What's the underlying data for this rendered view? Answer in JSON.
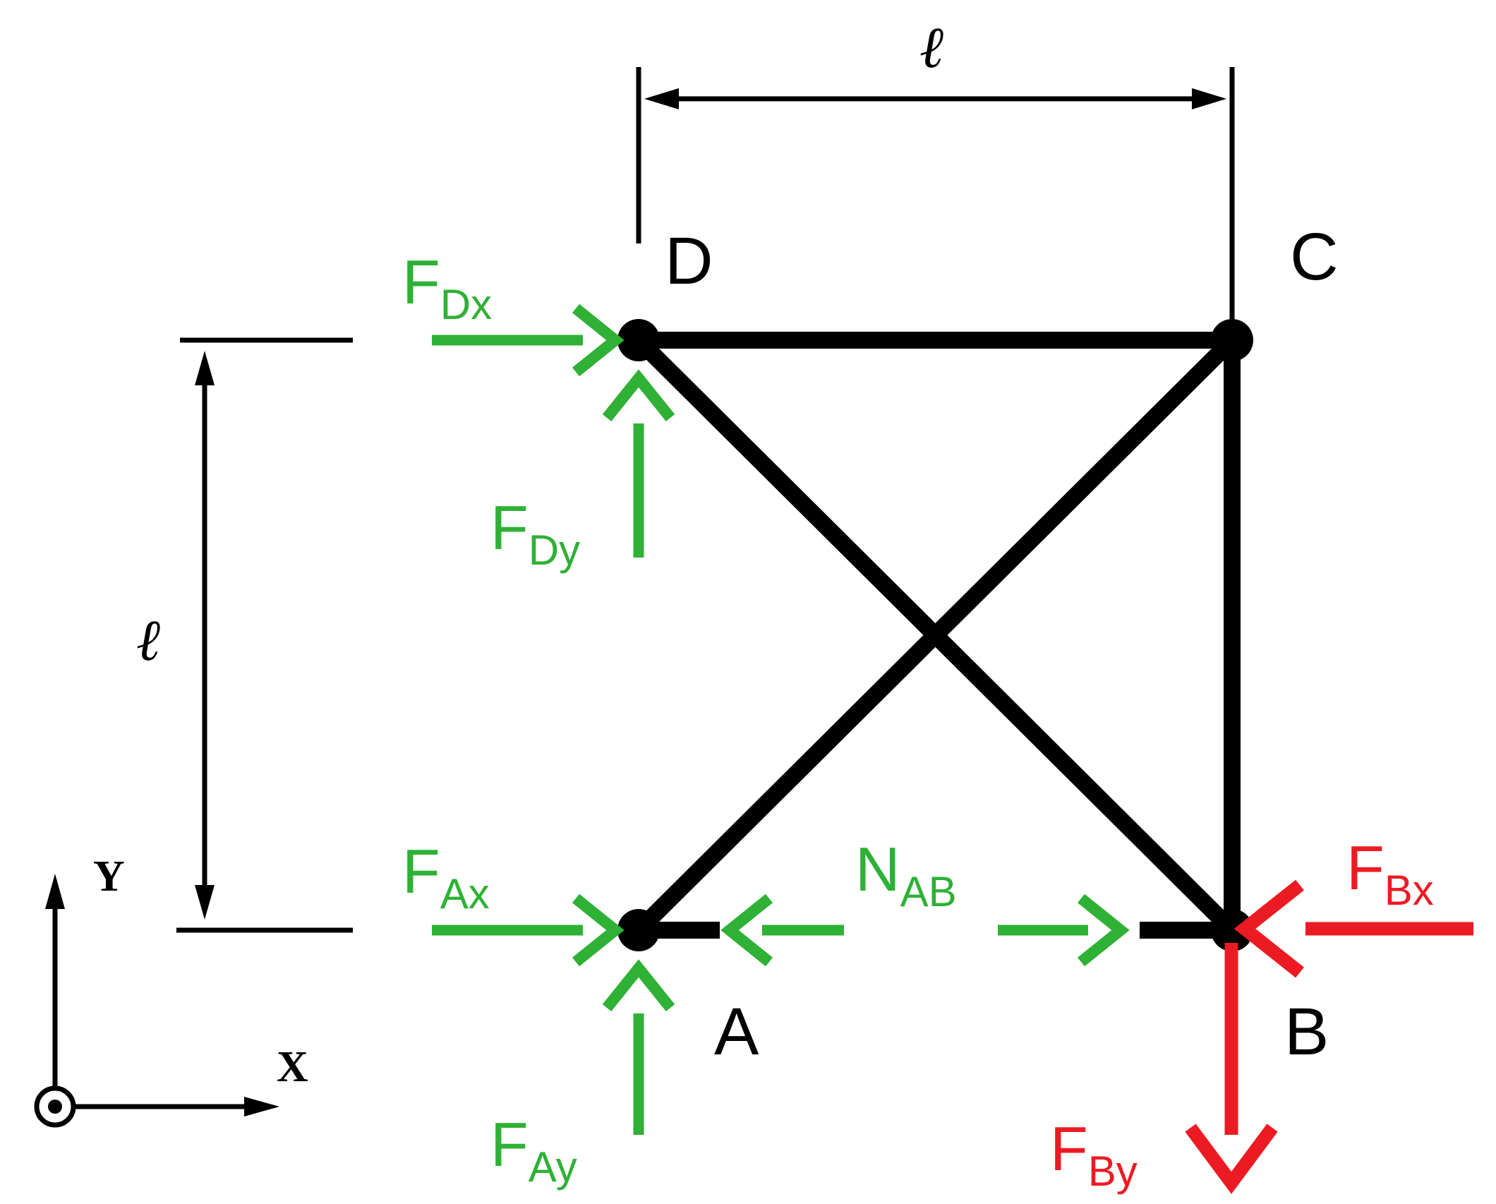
{
  "colors": {
    "structure": "#000000",
    "green": "#2eb135",
    "red": "#ec1b23"
  },
  "dims": {
    "top": "ℓ",
    "left": "ℓ"
  },
  "axes": {
    "x": "X",
    "y": "Y"
  },
  "nodes": {
    "A": "A",
    "B": "B",
    "C": "C",
    "D": "D"
  },
  "forces": {
    "FDx": {
      "main": "F",
      "sub": "Dx",
      "color": "green",
      "direction": "right",
      "node": "D"
    },
    "FDy": {
      "main": "F",
      "sub": "Dy",
      "color": "green",
      "direction": "up",
      "node": "D"
    },
    "FAx": {
      "main": "F",
      "sub": "Ax",
      "color": "green",
      "direction": "right",
      "node": "A"
    },
    "FAy": {
      "main": "F",
      "sub": "Ay",
      "color": "green",
      "direction": "up",
      "node": "A"
    },
    "NAB": {
      "main": "N",
      "sub": "AB",
      "color": "green",
      "direction": "inward-pair",
      "member": "AB"
    },
    "FBx": {
      "main": "F",
      "sub": "Bx",
      "color": "red",
      "direction": "left",
      "node": "B"
    },
    "FBy": {
      "main": "F",
      "sub": "By",
      "color": "red",
      "direction": "down",
      "node": "B"
    }
  },
  "structure": {
    "members": [
      "D-C",
      "C-B",
      "D-B",
      "A-C",
      "A-B (sectioned at N_AB)"
    ]
  }
}
